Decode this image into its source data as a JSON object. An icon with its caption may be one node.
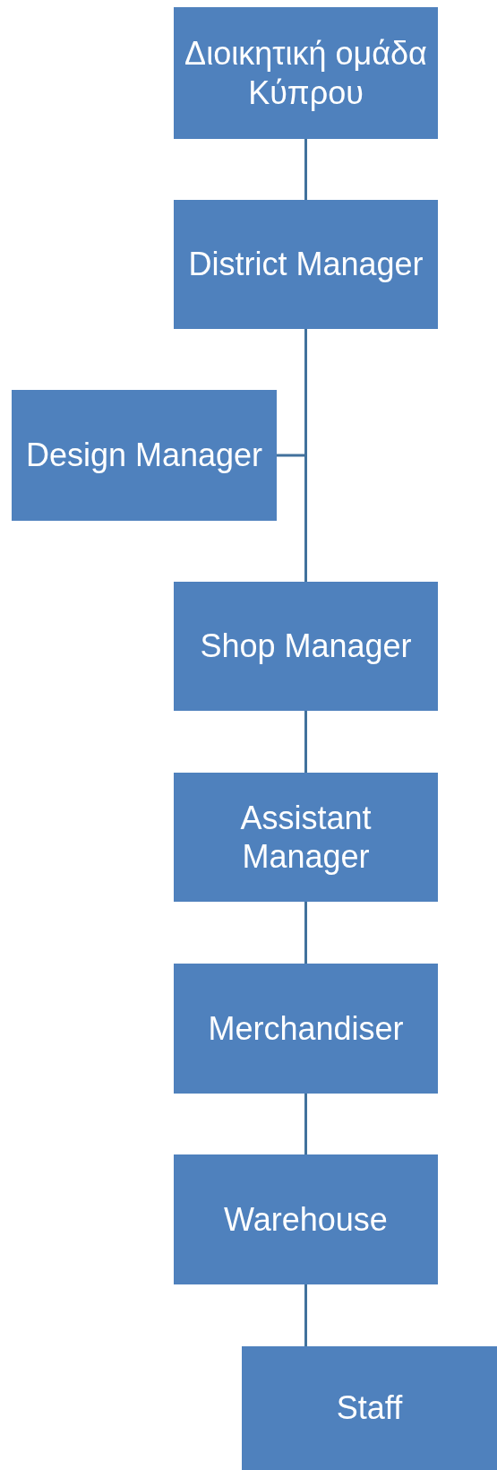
{
  "diagram": {
    "nodes": [
      {
        "text": [
          "Διοικητική ομάδα Κύπρου"
        ]
      },
      {
        "text": [
          "District Manager"
        ]
      },
      {
        "text": [
          "Design Manager"
        ]
      },
      {
        "text": [
          "Shop Manager"
        ]
      },
      {
        "text": [
          "Assistant Manager"
        ]
      },
      {
        "text": [
          "Merchandiser"
        ]
      },
      {
        "text": [
          "Warehouse"
        ]
      },
      {
        "text": [
          "Staff"
        ]
      }
    ],
    "edges": [
      {
        "from": 0,
        "to": 1,
        "arrow": "none"
      },
      {
        "from": 1,
        "to": 2,
        "arrow": "none"
      },
      {
        "from": 1,
        "to": 3,
        "arrow": "none"
      },
      {
        "from": 3,
        "to": 4,
        "arrow": "none"
      },
      {
        "from": 4,
        "to": 5,
        "arrow": "none"
      },
      {
        "from": 5,
        "to": 6,
        "arrow": "none"
      },
      {
        "from": 6,
        "to": 7,
        "arrow": "none"
      }
    ]
  }
}
